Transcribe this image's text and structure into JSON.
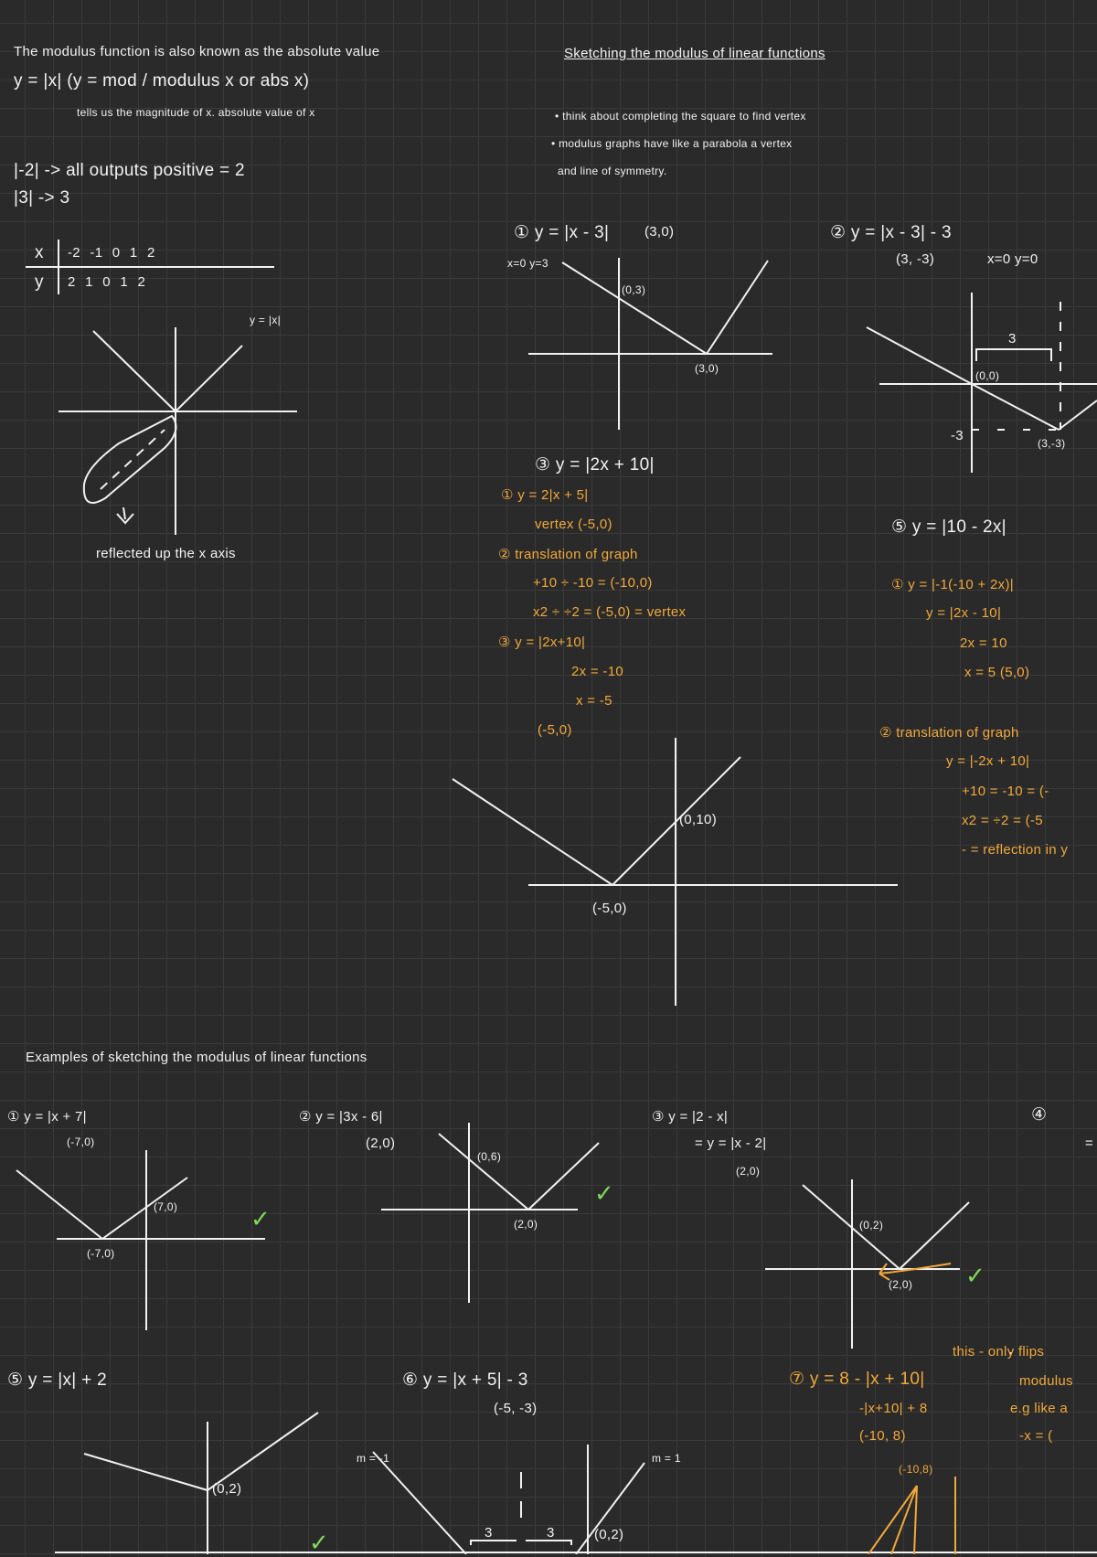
{
  "intro": {
    "line1": "The modulus function is also known as the absolute value",
    "line2": "y = |x|  (y = mod / modulus x or abs x)",
    "line3": "tells us the magnitude of x.  absolute value of x",
    "ex1": "|-2|  ->  all outputs positive  = 2",
    "ex2": "|3|  ->  3",
    "table": {
      "x_label": "x",
      "y_label": "y",
      "x_values": "-2  -1  0  1  2",
      "y_values": "2  1  0  1  2"
    },
    "graph_label": "y = |x|",
    "reflect_note": "reflected up the x axis"
  },
  "sketching": {
    "heading": "Sketching  the modulus of linear functions",
    "bullet1": "• think about completing the square to find vertex",
    "bullet2": "• modulus graphs have like a parabola a vertex",
    "bullet3": "and line of symmetry.",
    "ex1": {
      "title": "① y = |x - 3|",
      "vertex": "(3,0)",
      "intercept": "x=0 y=3",
      "p1": "(0,3)",
      "p2": "(3,0)"
    },
    "ex2": {
      "title": "② y = |x - 3| - 3",
      "vertex": "(3, -3)",
      "intercept": "x=0  y=0",
      "dist": "3",
      "p1": "(0,0)",
      "neg": "-3",
      "p2": "(3,-3)"
    },
    "ex3": {
      "title": "③ y = |2x + 10|",
      "steps": [
        "① y = 2|x + 5|",
        "vertex (-5,0)",
        "② translation of graph",
        "+10 ÷ -10  =  (-10,0)",
        "x2  ÷  ÷2  =  (-5,0) = vertex",
        "③ y = |2x+10|",
        "2x = -10",
        "x = -5",
        "(-5,0)"
      ],
      "p1": "(0,10)",
      "p2": "(-5,0)"
    },
    "ex5": {
      "title": "⑤  y = |10 - 2x|",
      "steps": [
        "①  y = |-1(-10 + 2x)|",
        "y = |2x - 10|",
        "2x = 10",
        "x = 5   (5,0)",
        "②  translation of graph",
        "y = |-2x + 10|",
        "+10 = -10 = (-",
        "x2 = ÷2 = (-5",
        "- = reflection in y"
      ]
    }
  },
  "examples": {
    "heading": "Examples of sketching the modulus of linear functions",
    "e1": {
      "title": "①  y = |x + 7|",
      "vertex": "(-7,0)",
      "p1": "(7,0)",
      "p2": "(-7,0)"
    },
    "e2": {
      "title": "②  y = |3x - 6|",
      "vertex": "(2,0)",
      "p1": "(0,6)",
      "p2": "(2,0)"
    },
    "e3": {
      "title": "③   y = |2 - x|",
      "alt": "= y = |x - 2|",
      "vertex": "(2,0)",
      "p1": "(0,2)",
      "p2": "(2,0)"
    },
    "e4": {
      "title": "④",
      "alt": "="
    },
    "e5": {
      "title": "⑤  y = |x| + 2",
      "p1": "(0,2)"
    },
    "e6": {
      "title": "⑥  y =  |x + 5| - 3",
      "vertex": "(-5, -3)",
      "m1": "m = -1",
      "m2": "m = 1",
      "d1": "3",
      "d2": "3",
      "p1": "(0,2)"
    },
    "e7": {
      "note": "this - only flips",
      "title": "⑦  y = 8 - |x + 10|",
      "step1": "-|x+10| + 8",
      "step2": "(-10, 8)",
      "p1": "(-10,8)",
      "side1": "modulus",
      "side2": "e.g like a",
      "side3": "-x = ("
    },
    "check": "✓"
  },
  "colors": {
    "background": "#2a2a2a",
    "ink": "#f2f2f2",
    "orange": "#f2a93b",
    "check": "#7fd957"
  }
}
